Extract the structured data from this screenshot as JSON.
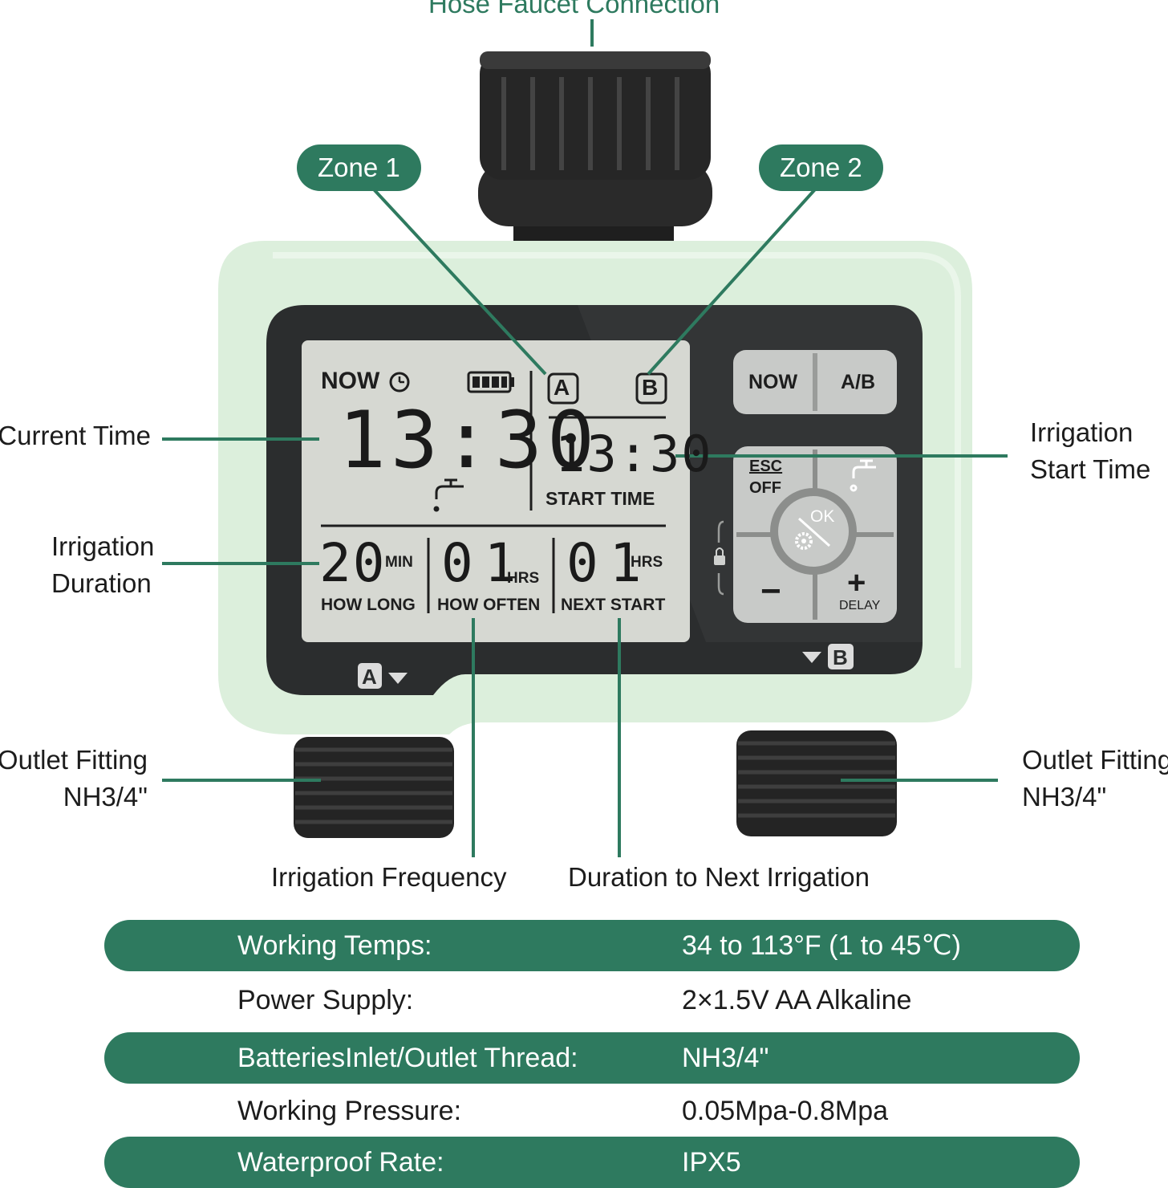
{
  "callouts": {
    "hose_faucet": "Hose Faucet Connection",
    "zone1": "Zone 1",
    "zone2": "Zone 2",
    "current_time": "Current Time",
    "irrigation_start_line1": "Irrigation",
    "irrigation_start_line2": "Start Time",
    "irrigation_duration_line1": "Irrigation",
    "irrigation_duration_line2": "Duration",
    "outlet_left_line1": "Outlet Fitting",
    "outlet_left_line2": "NH3/4\"",
    "outlet_right_line1": "Outlet Fitting",
    "outlet_right_line2": "NH3/4\"",
    "irrigation_frequency": "Irrigation Frequency",
    "duration_next": "Duration to Next Irrigation"
  },
  "lcd": {
    "now_label": "NOW",
    "zone_a": "A",
    "zone_b": "B",
    "current_time": "13:30",
    "start_time_value": "13:30",
    "start_time_label": "START TIME",
    "how_long_value": "20",
    "how_long_unit": "MIN",
    "how_long_label": "HOW LONG",
    "how_often_value": "01",
    "how_often_unit": "HRS",
    "how_often_label": "HOW OFTEN",
    "next_start_value": "01",
    "next_start_unit": "HRS",
    "next_start_label": "NEXT START"
  },
  "buttons": {
    "now": "NOW",
    "ab": "A/B",
    "esc": "ESC",
    "off": "OFF",
    "ok": "OK",
    "minus": "−",
    "plus": "+",
    "delay": "DELAY"
  },
  "body_marks": {
    "outlet_a": "A",
    "outlet_b": "B"
  },
  "specs": [
    {
      "key": "Working Temps:",
      "value": "34 to 113°F (1 to 45℃)"
    },
    {
      "key": "Power Supply:",
      "value": "2×1.5V AA Alkaline"
    },
    {
      "key": "BatteriesInlet/Outlet Thread:",
      "value": "NH3/4\""
    },
    {
      "key": "Working Pressure:",
      "value": "0.05Mpa-0.8Mpa"
    },
    {
      "key": "Waterproof Rate:",
      "value": "IPX5"
    }
  ],
  "colors": {
    "accent_green": "#2e7a5f",
    "housing_mint": "#dcefdc",
    "lcd_background": "#d6d8d2",
    "bezel_dark": "#2b2d2e",
    "connector_black": "#262626"
  }
}
